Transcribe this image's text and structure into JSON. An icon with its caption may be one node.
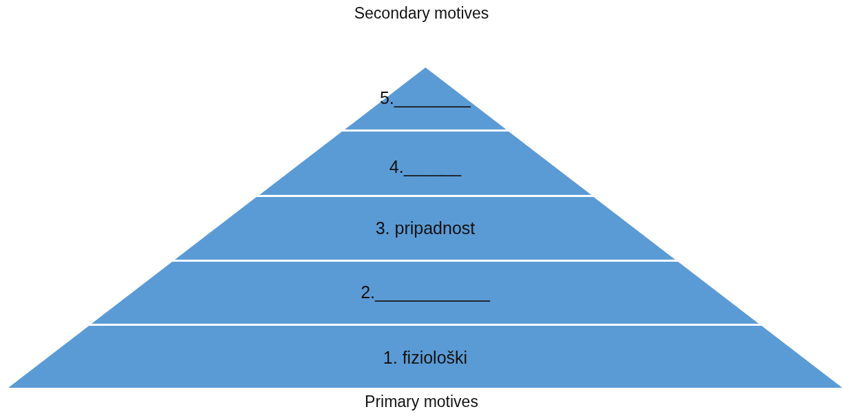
{
  "diagram": {
    "nodes": [
      {
        "text": [
          "5.________"
        ]
      },
      {
        "text": [
          "4.______"
        ]
      },
      {
        "text": [
          "3. pripadnost"
        ]
      },
      {
        "text": [
          "2.____________"
        ]
      },
      {
        "text": [
          "1. fiziološki"
        ]
      }
    ],
    "labels": [
      "Secondary motives",
      "Primary motives"
    ]
  }
}
